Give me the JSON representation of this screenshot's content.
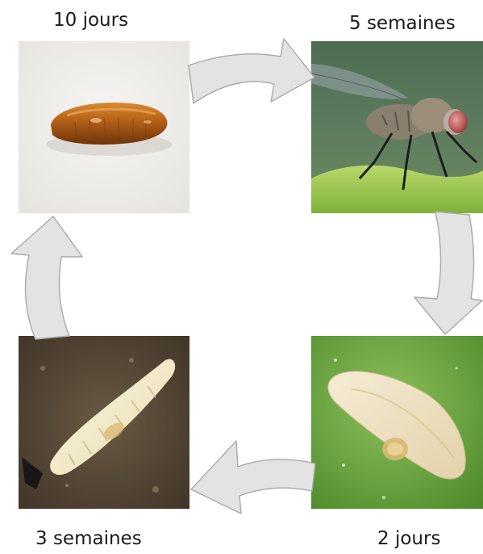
{
  "stages": [
    {
      "id": "pupa",
      "duration": "10 jours",
      "image": "fly-pupa-photo"
    },
    {
      "id": "adult",
      "duration": "5 semaines",
      "image": "adult-fly-photo"
    },
    {
      "id": "egg",
      "duration": "2 jours",
      "image": "fly-egg-photo"
    },
    {
      "id": "larva",
      "duration": "3 semaines",
      "image": "fly-larva-photo"
    }
  ],
  "arrows": [
    {
      "from": "pupa",
      "to": "adult"
    },
    {
      "from": "adult",
      "to": "egg"
    },
    {
      "from": "egg",
      "to": "larva"
    },
    {
      "from": "larva",
      "to": "pupa"
    }
  ],
  "colors": {
    "arrow_fill": "#e3e3e3",
    "arrow_stroke": "#a9a9a9",
    "label_text": "#1a1a1a"
  }
}
